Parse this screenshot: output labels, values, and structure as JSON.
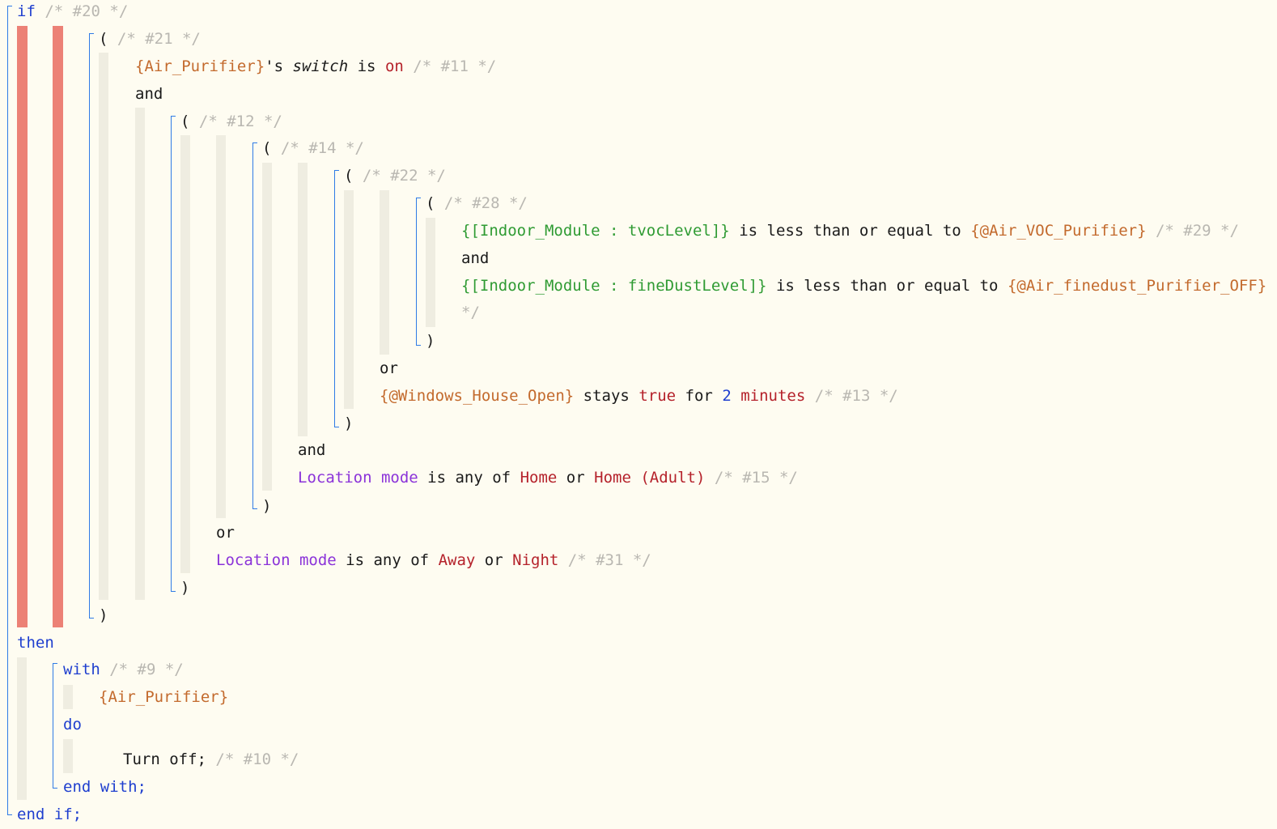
{
  "code": {
    "if_kw": "if",
    "then_kw": "then",
    "end_if": "end if;",
    "with_kw": "with",
    "do_kw": "do",
    "end_with": "end with;",
    "open_paren": "(",
    "close_paren": ")",
    "and_op": "and",
    "or_op": "or",
    "comments": {
      "c20": "/* #20 */",
      "c21": "/* #21 */",
      "c11": "/* #11 */",
      "c12": "/* #12 */",
      "c14": "/* #14 */",
      "c22": "/* #22 */",
      "c28": "/* #28 */",
      "c29": "/* #29 */",
      "c29_end": "*/",
      "c13": "/* #13 */",
      "c15": "/* #15 */",
      "c31": "/* #31 */",
      "c9": "/* #9 */",
      "c10": "/* #10 */"
    },
    "cond_switch": {
      "device": "{Air_Purifier}",
      "possessive": "'s",
      "attribute": "switch",
      "comparison": "is",
      "value": "on"
    },
    "cond_tvoc": {
      "operand": "{[Indoor_Module : tvocLevel]}",
      "comparison": "is less than or equal to",
      "variable": "{@Air_VOC_Purifier}"
    },
    "cond_finedust": {
      "operand": "{[Indoor_Module : fineDustLevel]}",
      "comparison": "is less than or equal to",
      "variable": "{@Air_finedust_Purifier_OFF}"
    },
    "cond_windows": {
      "variable": "{@Windows_House_Open}",
      "stays": "stays",
      "value": "true",
      "for_word": "for",
      "number": "2",
      "unit": "minutes"
    },
    "cond_mode_home": {
      "subject": "Location mode",
      "comparison": "is any of",
      "value1": "Home",
      "or_word": "or",
      "value2": "Home (Adult)"
    },
    "cond_mode_away": {
      "subject": "Location mode",
      "comparison": "is any of",
      "value1": "Away",
      "or_word": "or",
      "value2": "Night"
    },
    "action": {
      "device": "{Air_Purifier}",
      "command": "Turn off;"
    }
  }
}
